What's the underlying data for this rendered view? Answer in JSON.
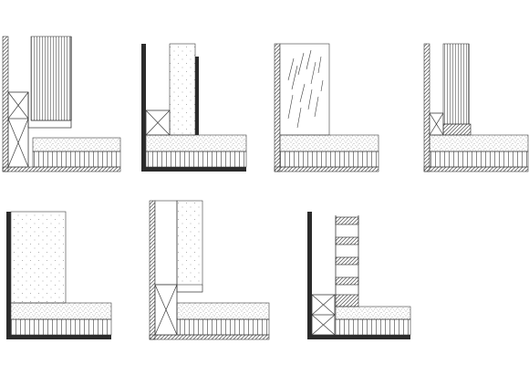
{
  "drawing": {
    "background": "#ffffff",
    "line_color": "#3a3a3a",
    "solid_color": "#2b2b2b",
    "light_line_color": "#9a9a9a"
  },
  "details": [
    {
      "id": "detail-1",
      "row": 1,
      "col": 1,
      "elements": [
        "hatched-wall",
        "timber-cladding",
        "cross-blocking",
        "screed-layer",
        "insulation-layer"
      ]
    },
    {
      "id": "detail-2",
      "row": 1,
      "col": 2,
      "elements": [
        "solid-wall",
        "dotted-insulation",
        "cross-blocking",
        "screed-layer",
        "insulation-layer"
      ]
    },
    {
      "id": "detail-3",
      "row": 1,
      "col": 3,
      "elements": [
        "hatched-wall",
        "timber-grain-panel",
        "screed-layer",
        "insulation-layer"
      ]
    },
    {
      "id": "detail-4",
      "row": 1,
      "col": 4,
      "elements": [
        "hatched-wall",
        "timber-cladding",
        "cross-blocking",
        "hatched-skirting",
        "screed-layer",
        "insulation-layer"
      ]
    },
    {
      "id": "detail-5",
      "row": 2,
      "col": 1,
      "elements": [
        "solid-wall",
        "dotted-insulation",
        "screed-layer",
        "insulation-layer"
      ]
    },
    {
      "id": "detail-6",
      "row": 2,
      "col": 2,
      "elements": [
        "hatched-wall",
        "dotted-insulation",
        "cross-blocking",
        "screed-layer",
        "insulation-layer"
      ]
    },
    {
      "id": "detail-7",
      "row": 2,
      "col": 3,
      "elements": [
        "solid-wall",
        "batten-ladder",
        "cross-blocking",
        "hatched-skirting",
        "screed-layer",
        "insulation-layer"
      ]
    }
  ]
}
